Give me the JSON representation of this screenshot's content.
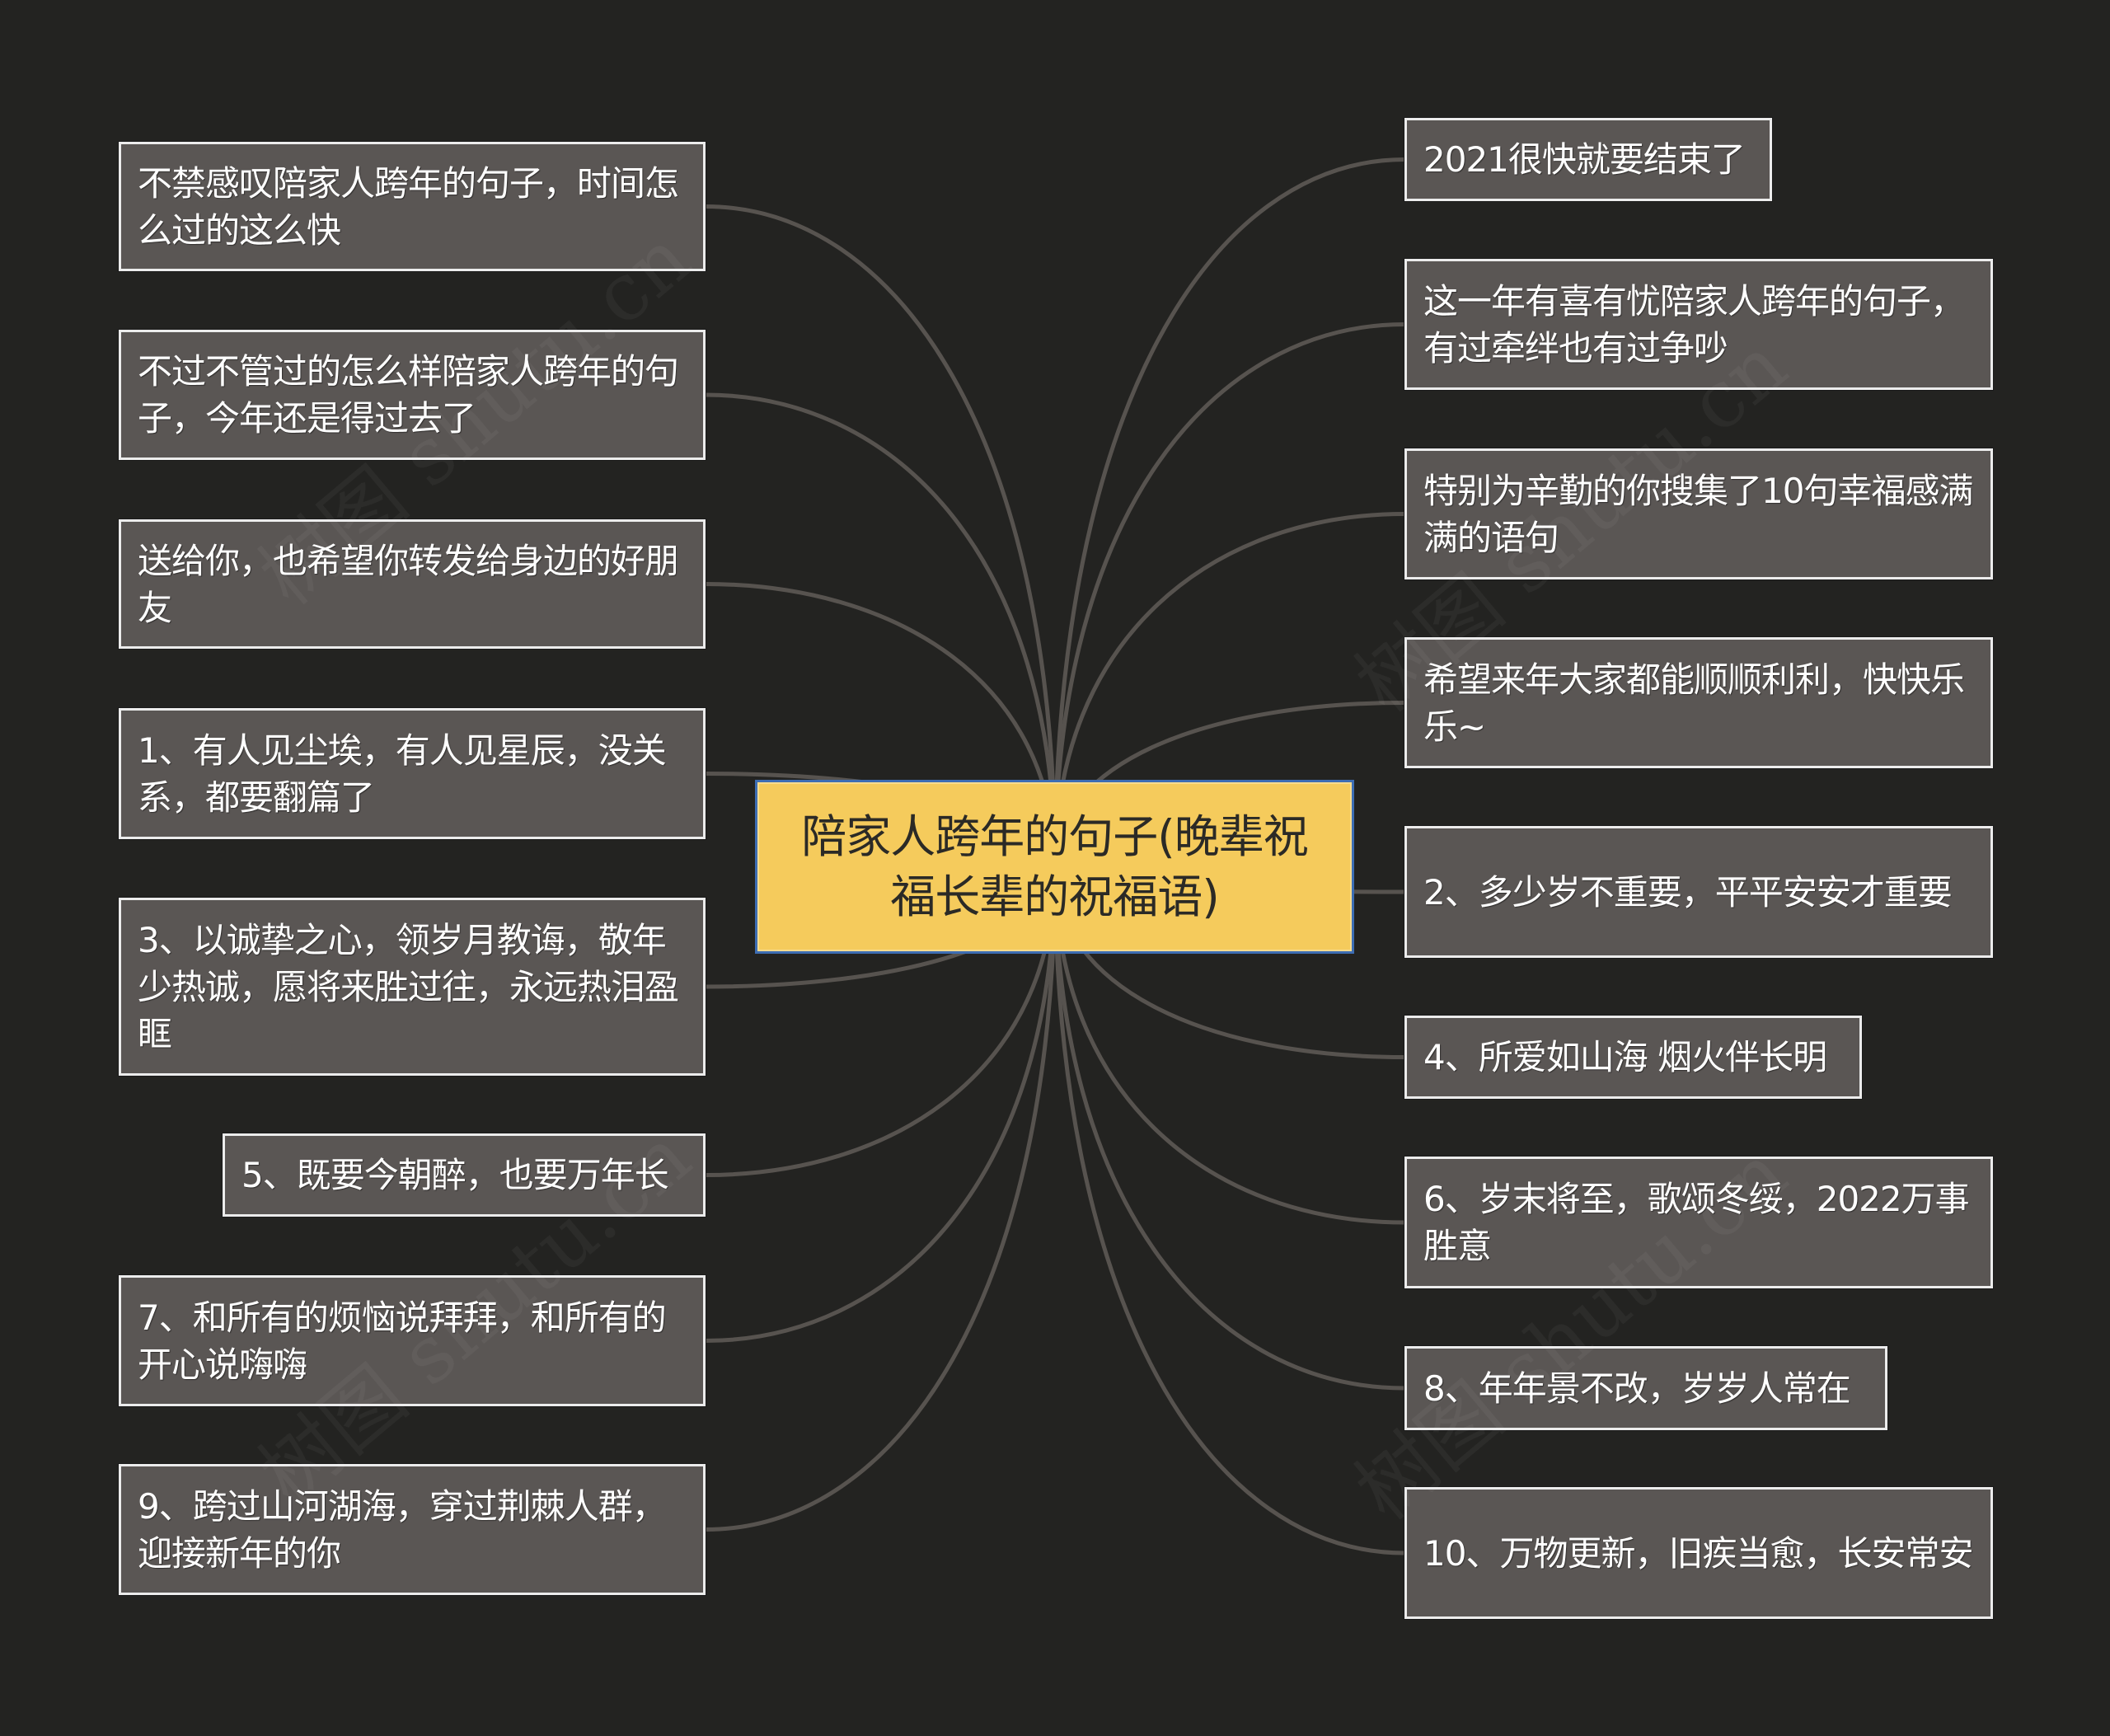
{
  "root": {
    "title": "陪家人跨年的句子(晚辈祝福长辈的祝福语)"
  },
  "left_nodes": [
    {
      "label": "不禁感叹陪家人跨年的句子，时间怎么过的这么快"
    },
    {
      "label": "不过不管过的怎么样陪家人跨年的句子，今年还是得过去了"
    },
    {
      "label": "送给你，也希望你转发给身边的好朋友"
    },
    {
      "label": "1、有人见尘埃，有人见星辰，没关系，都要翻篇了"
    },
    {
      "label": "3、以诚挚之心，领岁月教诲，敬年少热诚，愿将来胜过往，永远热泪盈眶"
    },
    {
      "label": "5、既要今朝醉，也要万年长"
    },
    {
      "label": "7、和所有的烦恼说拜拜，和所有的开心说嗨嗨"
    },
    {
      "label": "9、跨过山河湖海，穿过荆棘人群，迎接新年的你"
    }
  ],
  "right_nodes": [
    {
      "label": "2021很快就要结束了"
    },
    {
      "label": "这一年有喜有忧陪家人跨年的句子，有过牵绊也有过争吵"
    },
    {
      "label": "特别为辛勤的你搜集了10句幸福感满满的语句"
    },
    {
      "label": "希望来年大家都能顺顺利利，快快乐乐~"
    },
    {
      "label": "2、多少岁不重要，平平安安才重要"
    },
    {
      "label": "4、所爱如山海 烟火伴长明"
    },
    {
      "label": "6、岁末将至，歌颂冬绥，2022万事胜意"
    },
    {
      "label": "8、年年景不改，岁岁人常在"
    },
    {
      "label": "10、万物更新，旧疾当愈，长安常安"
    }
  ],
  "watermark": {
    "text": "树图 shutu.cn"
  },
  "colors": {
    "background": "#232321",
    "node_fill": "#5a5654",
    "node_border": "#ececec",
    "root_fill": "#f5cb5c",
    "root_border": "#3d6db3",
    "connector": "#57534f"
  }
}
